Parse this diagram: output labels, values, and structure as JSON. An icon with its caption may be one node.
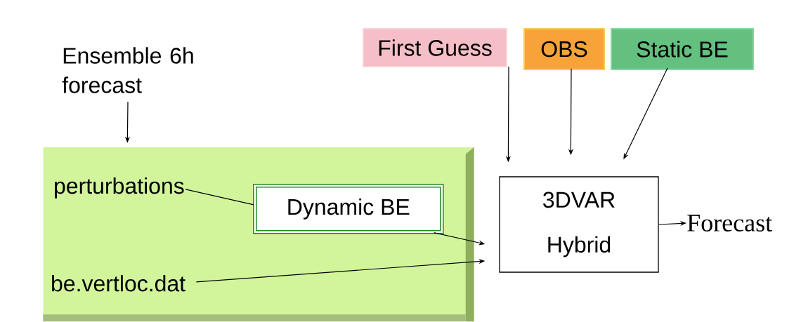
{
  "diagram": {
    "nodes": [
      {
        "text": [
          "Ensemble 6h forecast"
        ]
      },
      {
        "text": [],
        "shape": "box"
      },
      {
        "text": [
          "perturbations"
        ],
        "in": 1
      },
      {
        "text": [
          "Dynamic BE"
        ],
        "in": 1
      },
      {
        "text": [
          "be.vertloc.dat"
        ],
        "in": 1
      },
      {
        "text": [
          "First Guess"
        ]
      },
      {
        "text": [
          "OBS"
        ]
      },
      {
        "text": [
          "Static BE"
        ]
      },
      {
        "text": [
          "3DVAR",
          "Hybrid"
        ]
      },
      {
        "text": [
          "Forecast"
        ]
      }
    ],
    "edges": [
      {
        "from": 0,
        "to": 1,
        "arrow": "to"
      },
      {
        "from": 2,
        "to": 3,
        "arrow": "none"
      },
      {
        "from": 3,
        "to": 8,
        "arrow": "to"
      },
      {
        "from": 4,
        "to": 8,
        "arrow": "to"
      },
      {
        "from": 5,
        "to": 8,
        "arrow": "to"
      },
      {
        "from": 6,
        "to": 8,
        "arrow": "to"
      },
      {
        "from": 7,
        "to": 8,
        "arrow": "to"
      },
      {
        "from": 8,
        "to": 9,
        "arrow": "to"
      }
    ]
  }
}
